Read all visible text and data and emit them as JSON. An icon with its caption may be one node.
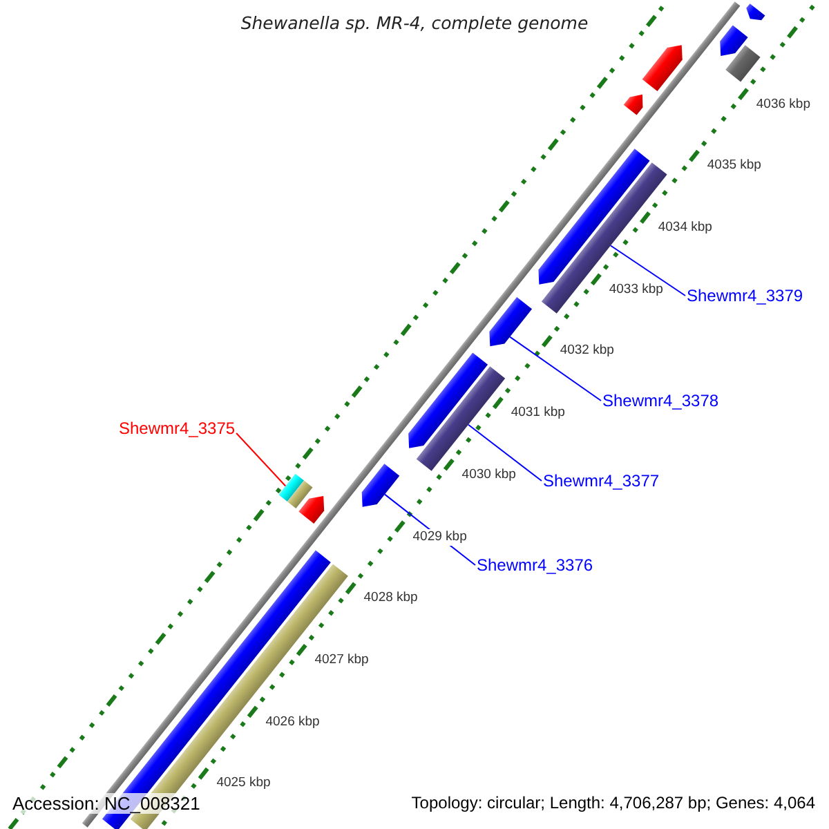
{
  "diagram": {
    "title": "Shewanella sp. MR-4, complete genome",
    "nodes": [
      {
        "text": [
          "Shewmr4_3379"
        ]
      },
      {
        "text": [
          "Shewmr4_3378"
        ]
      },
      {
        "text": [
          "Shewmr4_3375"
        ]
      },
      {
        "text": [
          "Shewmr4_3377"
        ]
      },
      {
        "text": [
          "Shewmr4_3376"
        ]
      },
      {
        "text": [],
        "shape": "arrow"
      },
      {
        "text": [],
        "shape": "arrow"
      },
      {
        "text": [],
        "shape": "arrow"
      },
      {
        "text": [],
        "shape": "bar"
      },
      {
        "text": [],
        "shape": "arrow"
      },
      {
        "text": [],
        "shape": "arrow"
      },
      {
        "text": [],
        "shape": "bar"
      },
      {
        "text": [],
        "shape": "arrow"
      },
      {
        "text": [],
        "shape": "arrow"
      },
      {
        "text": [],
        "shape": "bar"
      },
      {
        "text": [],
        "shape": "bar"
      },
      {
        "text": [],
        "shape": "bar"
      },
      {
        "text": [],
        "shape": "arrow"
      },
      {
        "text": [],
        "shape": "arrow"
      },
      {
        "text": [],
        "shape": "bar"
      },
      {
        "text": [],
        "shape": "bar"
      }
    ],
    "edges": [
      {
        "from": 0,
        "to": 11,
        "arrow": "none"
      },
      {
        "from": 1,
        "to": 12,
        "arrow": "none"
      },
      {
        "from": 2,
        "to": 15,
        "arrow": "none",
        "color": "#ff0000"
      },
      {
        "from": 3,
        "to": 14,
        "arrow": "none"
      },
      {
        "from": 4,
        "to": 18,
        "arrow": "none"
      }
    ],
    "labels": [
      "4036 kbp",
      "4035 kbp",
      "4034 kbp",
      "4033 kbp",
      "4032 kbp",
      "4031 kbp",
      "4030 kbp",
      "4029 kbp",
      "4028 kbp",
      "4027 kbp",
      "4026 kbp",
      "4025 kbp",
      "Accession: NC_008321",
      "Topology: circular; Length: 4,706,287 bp; Genes: 4,064"
    ]
  }
}
